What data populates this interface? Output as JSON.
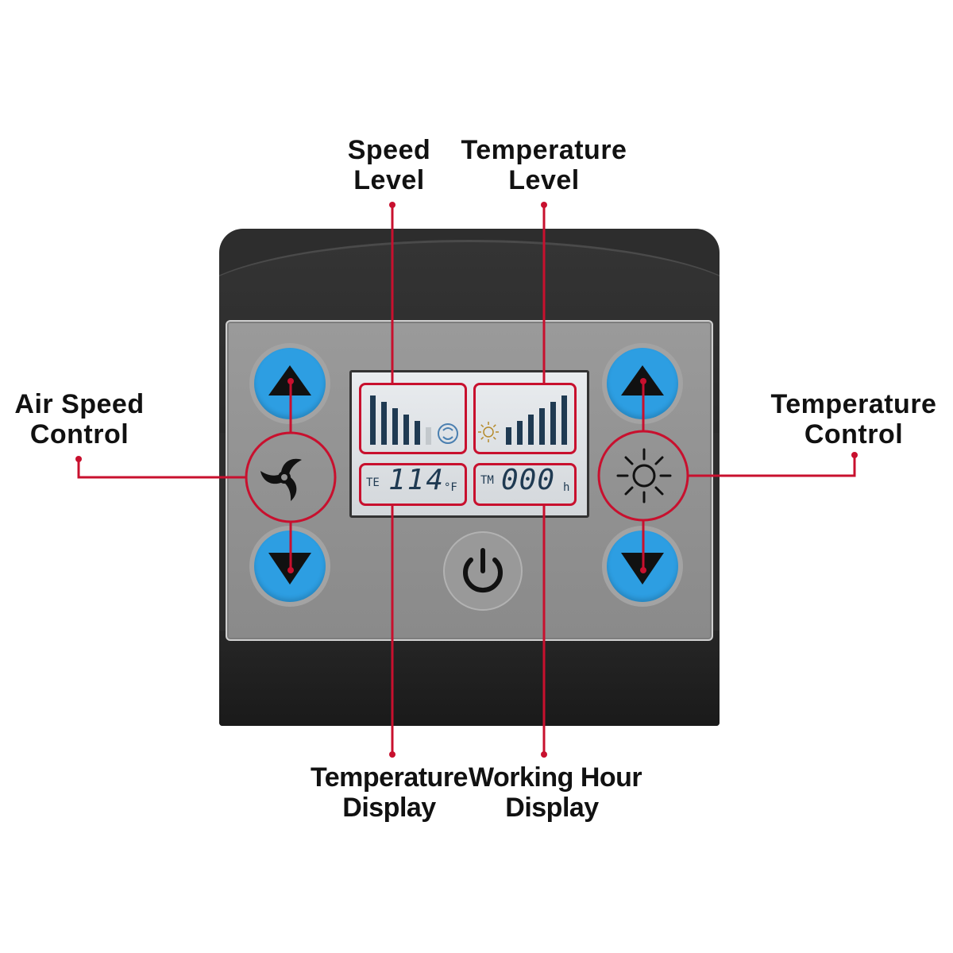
{
  "labels": {
    "speed_level": [
      "Speed",
      "Level"
    ],
    "temperature_level": [
      "Temperature",
      "Level"
    ],
    "air_speed_control": [
      "Air Speed",
      "Control"
    ],
    "temperature_control": [
      "Temperature",
      "Control"
    ],
    "temperature_display": [
      "Temperature",
      "Display"
    ],
    "working_hour_display": [
      "Working Hour",
      "Display"
    ]
  },
  "lcd": {
    "speed_bars_level": 5,
    "speed_bars_total": 6,
    "temp_bars_level": 6,
    "temp_bars_total": 6,
    "temperature_prefix": "TE",
    "temperature_value": "114",
    "temperature_unit": "°F",
    "hours_prefix": "TM",
    "hours_value": "000",
    "hours_unit": "h"
  },
  "buttons": {
    "air_speed_up": "triangle-up-icon",
    "air_speed_down": "triangle-down-icon",
    "temp_up": "triangle-up-icon",
    "temp_down": "triangle-down-icon",
    "power": "power-icon",
    "fan": "fan-icon",
    "sun": "sun-icon"
  },
  "colors": {
    "accent_red": "#c8102e",
    "button_blue": "#2d9ee2",
    "lcd_segment": "#1f3a52",
    "panel_gray": "#939393",
    "housing": "#2d2d2d"
  }
}
